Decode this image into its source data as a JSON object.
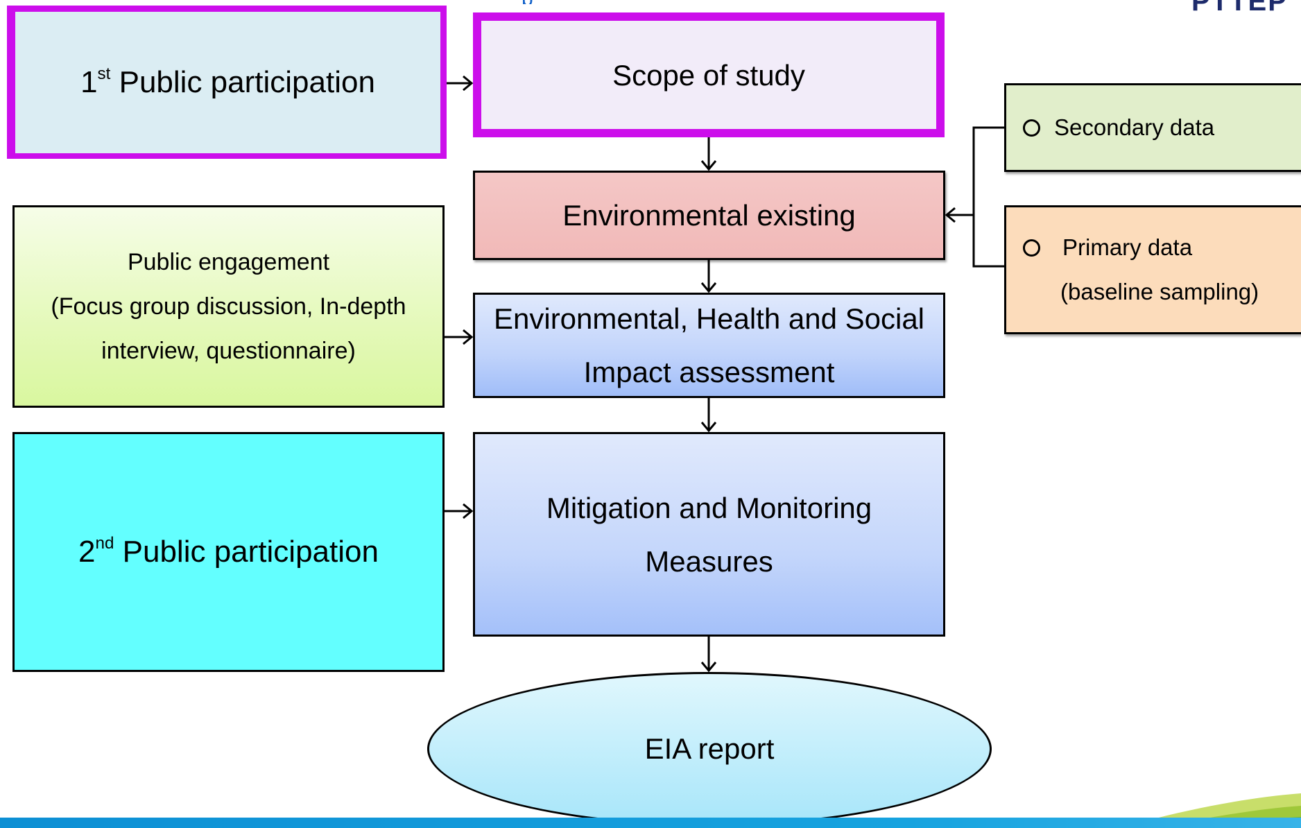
{
  "diagram": {
    "first_participation": {
      "number": "1",
      "suffix": "st",
      "label": "Public participation"
    },
    "scope": "Scope of study",
    "environmental_existing": "Environmental existing",
    "impact_assessment": {
      "line1": "Environmental, Health and Social",
      "line2": "Impact assessment"
    },
    "mitigation": {
      "line1": "Mitigation and Monitoring",
      "line2": "Measures"
    },
    "public_engagement": {
      "line1": "Public engagement",
      "line2": "(Focus group discussion, In-depth",
      "line3": "interview, questionnaire)"
    },
    "second_participation": {
      "number": "2",
      "suffix": "nd",
      "label": "Public participation"
    },
    "secondary_data": "Secondary data",
    "primary_data": {
      "line1": "Primary data",
      "line2": "(baseline sampling)"
    },
    "report": "EIA report"
  },
  "header": {
    "title_fragment": "p",
    "logo_fragment": "PTTEP"
  },
  "colors": {
    "highlight_border": "#cc0eeb",
    "bottom_band": "#17a3df",
    "logo": "#1d2b6b"
  }
}
